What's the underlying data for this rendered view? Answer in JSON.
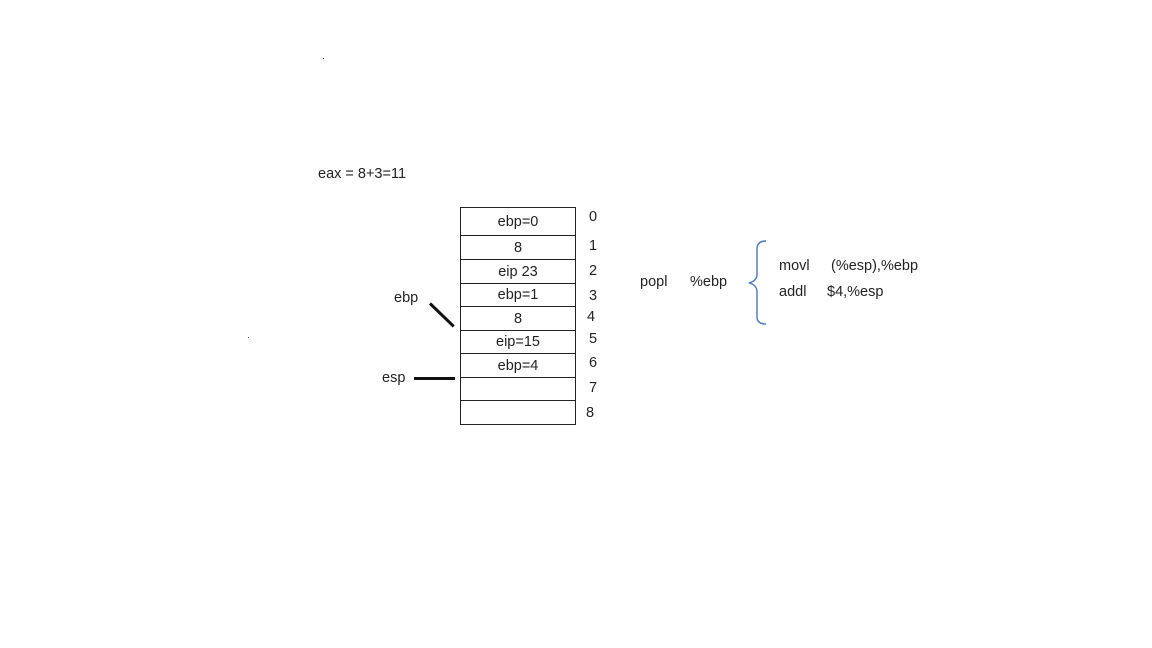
{
  "equation": "eax = 8+3=11",
  "stack": {
    "cells": [
      "ebp=0",
      "8",
      "eip 23",
      "ebp=1",
      "8",
      "eip=15",
      "ebp=4",
      "",
      ""
    ],
    "indices": [
      "0",
      "1",
      "2",
      "3",
      "4",
      "5",
      "6",
      "7",
      "8"
    ]
  },
  "pointers": {
    "ebp_label": "ebp",
    "esp_label": "esp"
  },
  "instruction": {
    "opcode": "popl",
    "operand": "%ebp"
  },
  "expansion": [
    {
      "opcode": "movl",
      "operand": "(%esp),%ebp"
    },
    {
      "opcode": "addl",
      "operand": "$4,%esp"
    }
  ],
  "colors": {
    "brace": "#4a78b8",
    "line": "#111111"
  }
}
